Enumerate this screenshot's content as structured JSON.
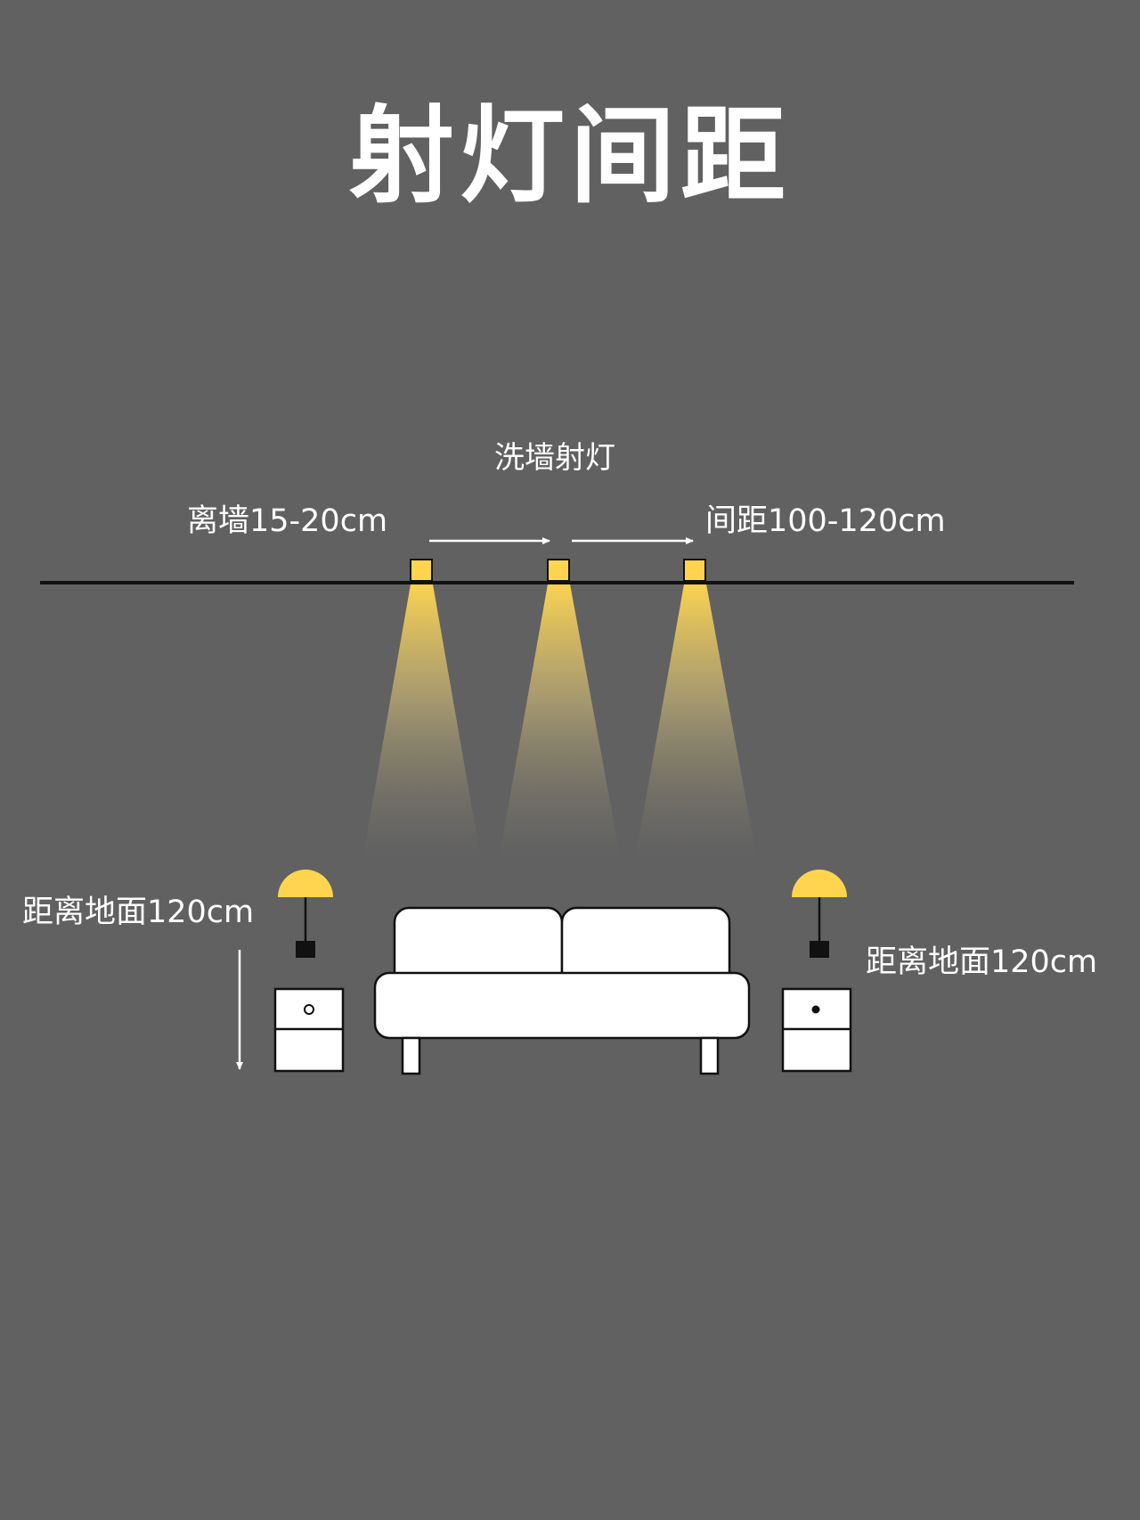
{
  "title": "射灯间距",
  "labels": {
    "top": "洗墙射灯",
    "wall_distance": "离墙15-20cm",
    "spacing": "间距100-120cm",
    "floor_left": "距离地面120cm",
    "floor_right": "距离地面120cm"
  },
  "colors": {
    "background": "#616161",
    "spotlight": "#FFD54F",
    "lamp_shade": "#FFD54F",
    "line": "#111111",
    "furniture": "#ffffff"
  }
}
